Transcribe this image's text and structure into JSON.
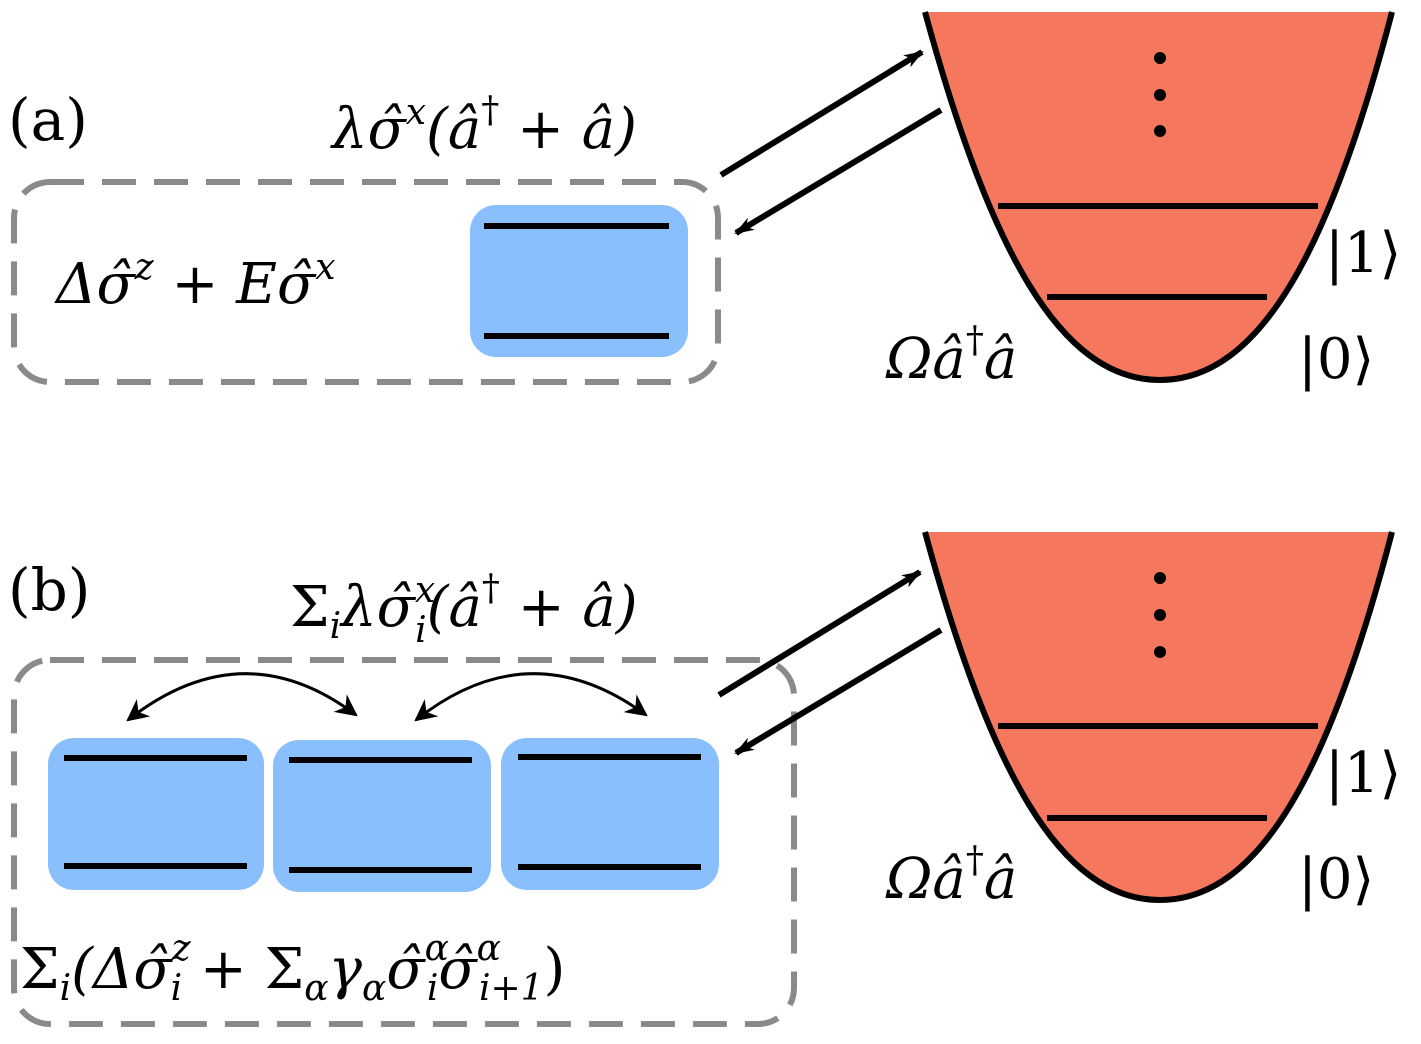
{
  "panel_a": {
    "label": "(a)",
    "coupling": [
      "λσ̂",
      "x",
      "(â",
      "†",
      " + â)"
    ],
    "system_hamiltonian": [
      "Δσ̂",
      "z",
      " + Eσ̂",
      "x"
    ],
    "cavity_hamiltonian": [
      "Ωâ",
      "†",
      "â"
    ],
    "level_1": "|1⟩",
    "level_0": "|0⟩"
  },
  "panel_b": {
    "label": "(b)",
    "coupling": [
      "Σ",
      "i",
      "λσ̂",
      "x",
      "i",
      "(â",
      "†",
      " + â)"
    ],
    "system_hamiltonian": [
      "Σ",
      "i",
      "(Δσ̂",
      "z",
      "i",
      " + Σ",
      "α",
      "γ",
      "α",
      "σ̂",
      "α",
      "i",
      "σ̂",
      "α",
      "i+1",
      ")"
    ],
    "cavity_hamiltonian": [
      "Ωâ",
      "†",
      "â"
    ],
    "level_1": "|1⟩",
    "level_0": "|0⟩"
  },
  "colors": {
    "qubit_fill": "#88bffc",
    "cavity_fill": "#f5775e",
    "dashed_border": "#8a8a8a",
    "line": "#000000"
  }
}
